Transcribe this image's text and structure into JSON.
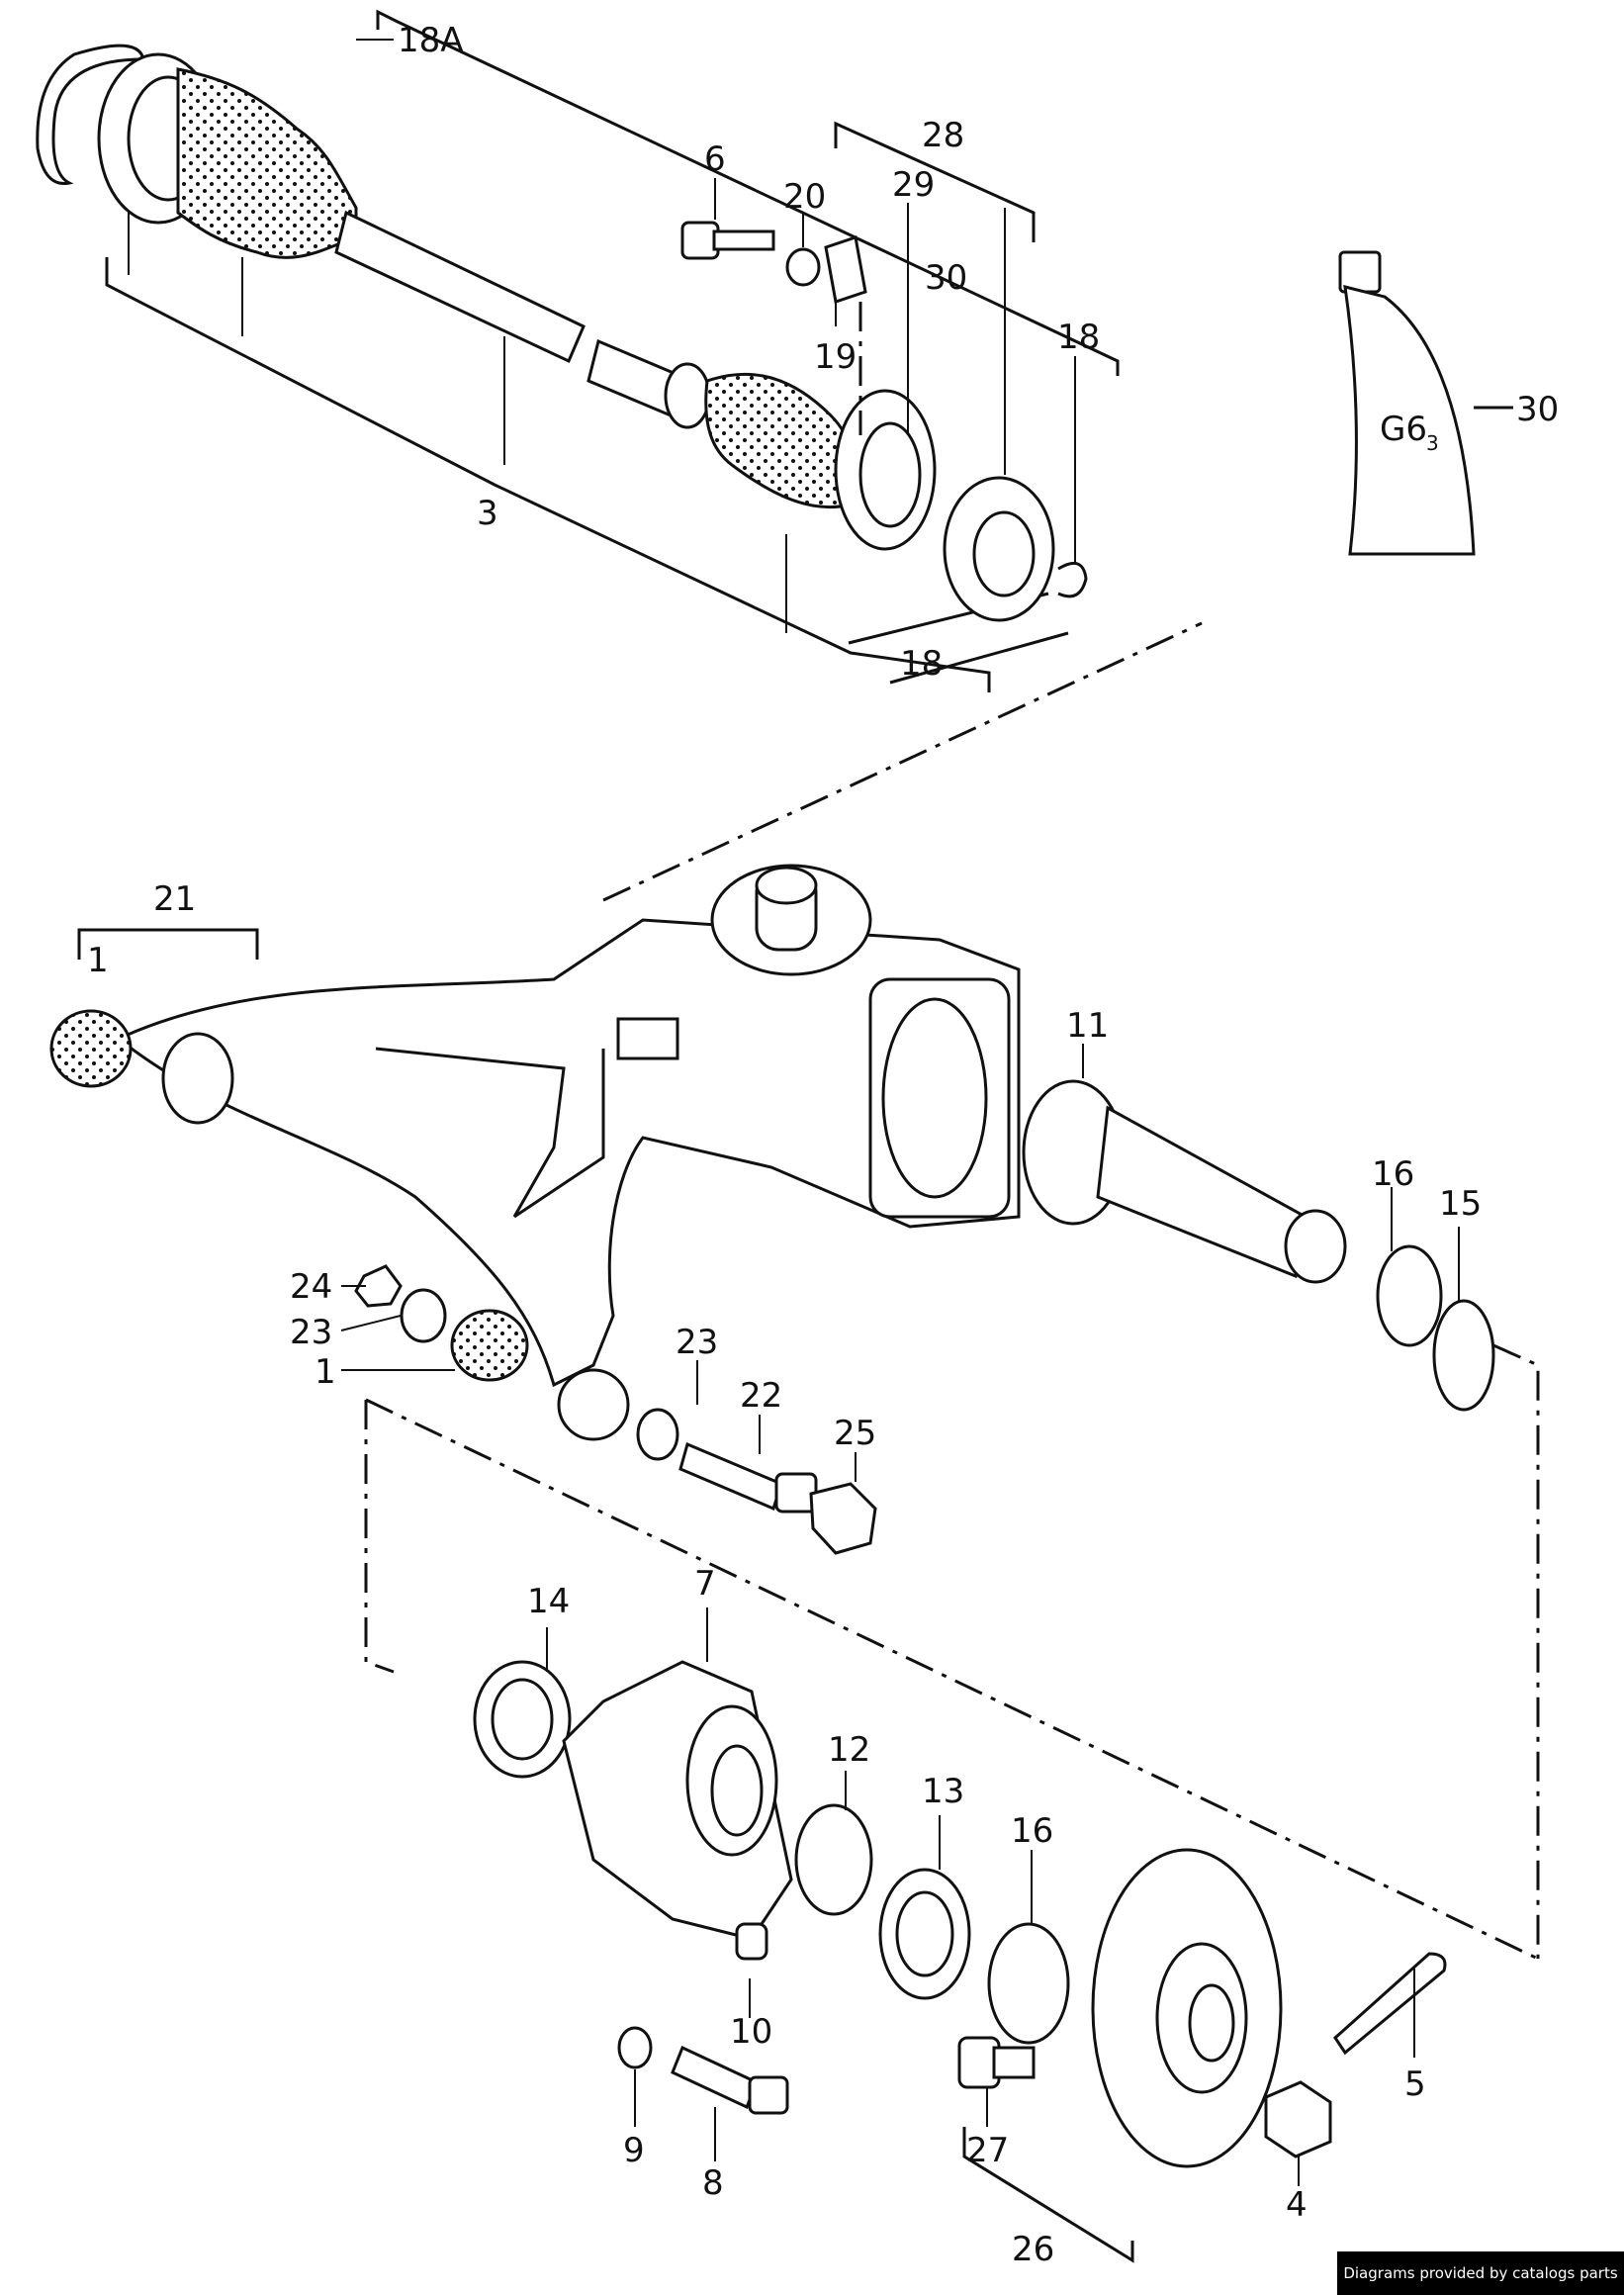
{
  "labels": {
    "l18a": "18A",
    "l28": "28",
    "l29": "29",
    "l30a": "30",
    "l6": "6",
    "l20": "20",
    "l19": "19",
    "l18b": "18",
    "l18c": "18",
    "l3": "3",
    "l30b": "30",
    "l21": "21",
    "l1a": "1",
    "l11": "11",
    "l16a": "16",
    "l15": "15",
    "l24": "24",
    "l23a": "23",
    "l1b": "1",
    "l23b": "23",
    "l22": "22",
    "l25": "25",
    "l14": "14",
    "l7": "7",
    "l12": "12",
    "l13": "13",
    "l16b": "16",
    "l10": "10",
    "l9": "9",
    "l8": "8",
    "l27": "27",
    "l26": "26",
    "l4": "4",
    "l5": "5"
  },
  "tube_marking": "G6",
  "tube_marking_sub": "3",
  "credit": "Diagrams provided by catalogs parts"
}
